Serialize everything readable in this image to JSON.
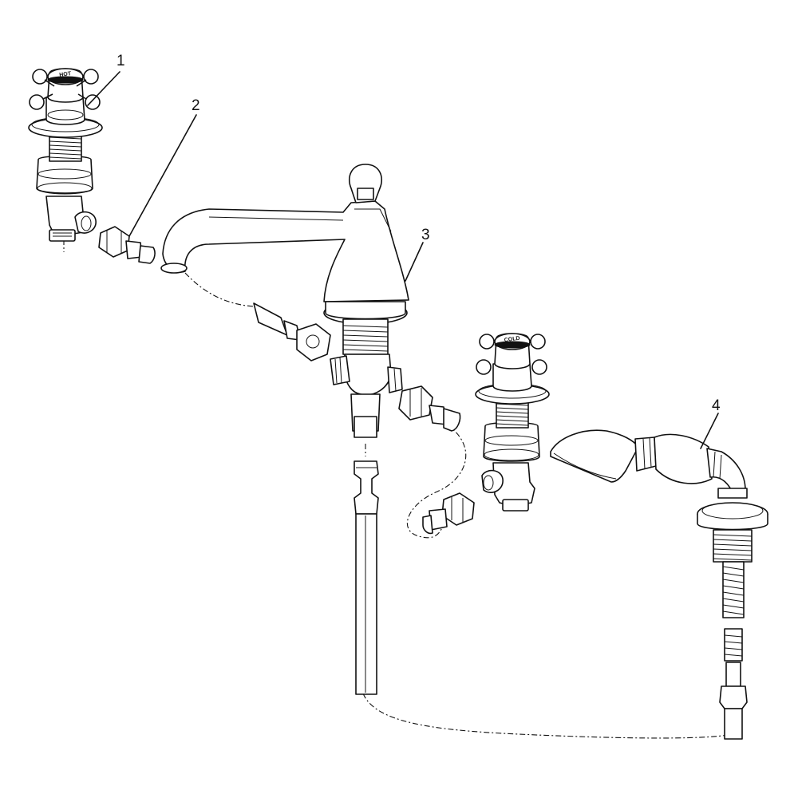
{
  "callouts": [
    {
      "number": "1",
      "part": "hot-valve"
    },
    {
      "number": "2",
      "part": "supply-connector"
    },
    {
      "number": "3",
      "part": "spout"
    },
    {
      "number": "4",
      "part": "hand-shower"
    }
  ],
  "engravings": {
    "hot_cap": "HOT",
    "cold_cap": "COLD"
  },
  "colors": {
    "line": "#111111",
    "background": "#ffffff"
  }
}
